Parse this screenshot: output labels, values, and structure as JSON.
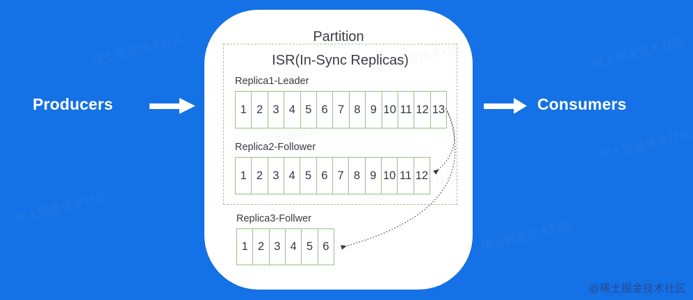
{
  "colors": {
    "background": "#1571E6",
    "panel": "#FFFFFF",
    "green_border": "#94C181",
    "dashed_green": "#9BCA8B",
    "text_dark": "#3B3B42",
    "side_label_white": "#FFFFFF",
    "dotted_arrow": "#3A3A3A",
    "corner_watermark": "#2A4480"
  },
  "producers_label": "Producers",
  "consumers_label": "Consumers",
  "partition": {
    "title": "Partition"
  },
  "isr": {
    "title": "ISR(In-Sync Replicas)"
  },
  "replicas": [
    {
      "label": "Replica1-Leader",
      "cells": [
        "1",
        "2",
        "3",
        "4",
        "5",
        "6",
        "7",
        "8",
        "9",
        "10",
        "11",
        "12",
        "13"
      ]
    },
    {
      "label": "Replica2-Follower",
      "cells": [
        "1",
        "2",
        "3",
        "4",
        "5",
        "6",
        "7",
        "8",
        "9",
        "10",
        "11",
        "12"
      ]
    },
    {
      "label": "Replica3-Follwer",
      "cells": [
        "1",
        "2",
        "3",
        "4",
        "5",
        "6"
      ]
    }
  ],
  "watermark": {
    "corner_text": "@稀土掘金技术社区",
    "pattern_text": "稀土掘金技术社区"
  }
}
